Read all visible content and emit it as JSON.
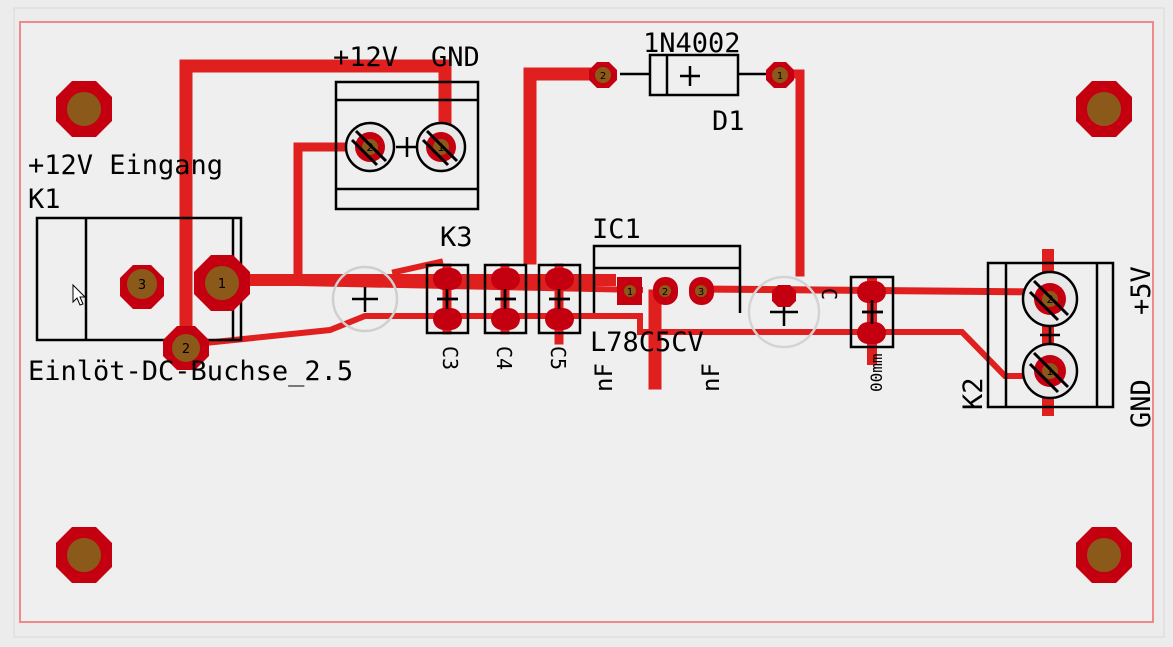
{
  "colors": {
    "background": "#ececec",
    "board": "#efefef",
    "board_outline": "#f08a8a",
    "trace": "#e01f1f",
    "pad_copper": "#c40010",
    "pad_center": "#8b5a1a",
    "silkscreen": "#000000"
  },
  "labels": {
    "k3_plus12v": "+12V",
    "k3_gnd": "GND",
    "d1_value": "1N4002",
    "d1_name": "D1",
    "k1_desc": "+12V Eingang",
    "k1_name": "K1",
    "k3_name": "K3",
    "ic1_name": "IC1",
    "ic1_value": "L78C5CV",
    "k1_package": "Einlöt-DC-Buchse_2.5",
    "k2_name": "K2",
    "k2_plus5v": "+5V",
    "k2_gnd": "GND",
    "c3_name": "C3",
    "c4_name": "C4",
    "c5_name": "C5",
    "nf_left": "nF",
    "nf_right": "nF",
    "c_right": "C",
    "dot_text": "00mm"
  },
  "pad_numbers": {
    "one": "1",
    "two": "2",
    "three": "3"
  },
  "icons": {
    "mounting_holes": "octagon-mounting-hole-icon",
    "cursor": "mouse-pointer-icon"
  }
}
